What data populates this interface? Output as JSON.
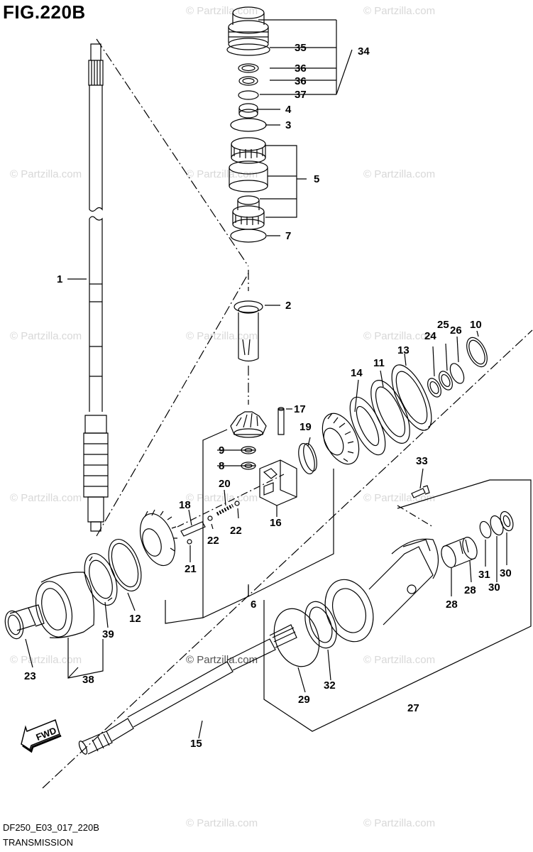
{
  "figure": {
    "title": "FIG.220B",
    "code": "DF250_E03_017_220B",
    "name": "TRANSMISSION"
  },
  "fwd_label": "FWD",
  "watermark": "© Partzilla.com",
  "callouts": [
    "1",
    "2",
    "3",
    "4",
    "5",
    "6",
    "7",
    "8",
    "9",
    "10",
    "11",
    "12",
    "13",
    "14",
    "15",
    "16",
    "17",
    "18",
    "19",
    "20",
    "21",
    "22",
    "22",
    "23",
    "24",
    "25",
    "26",
    "27",
    "28",
    "28",
    "29",
    "30",
    "30",
    "31",
    "32",
    "33",
    "34",
    "35",
    "36",
    "36",
    "37",
    "38",
    "39"
  ],
  "colors": {
    "line": "#000000",
    "watermark": "#d8d8d8"
  }
}
